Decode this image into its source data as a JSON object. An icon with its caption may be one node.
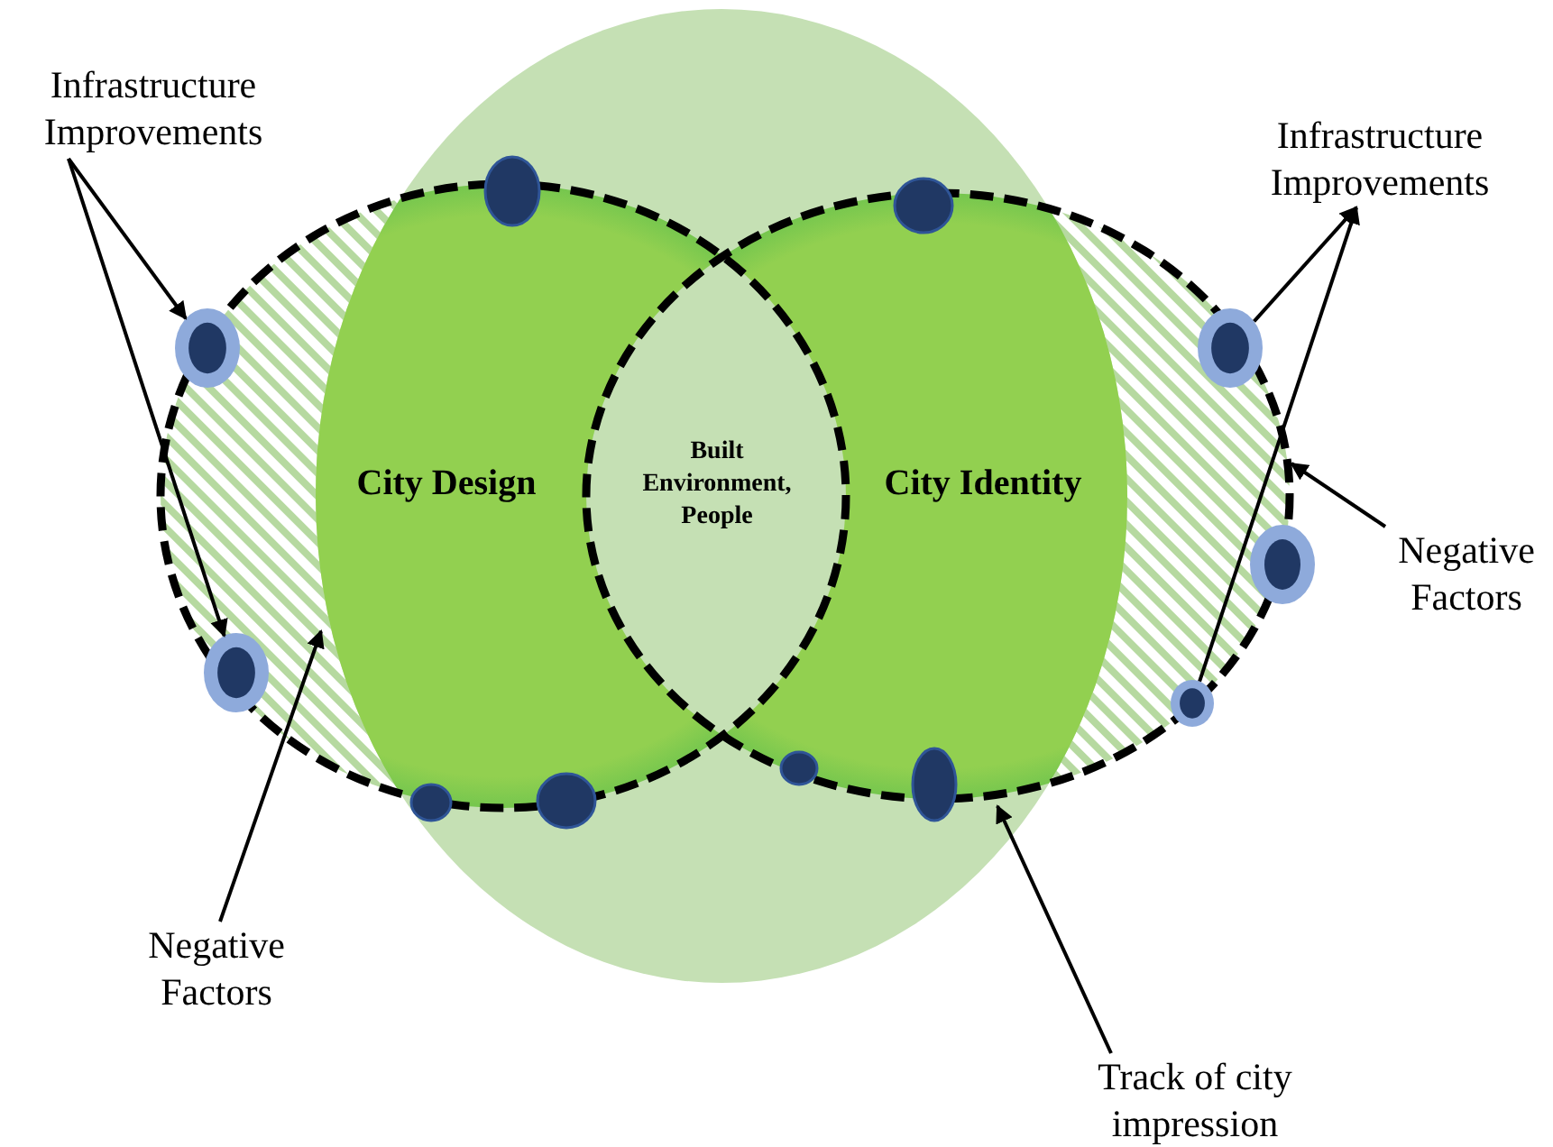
{
  "diagram": {
    "nodes": [
      {
        "text": [
          "Infrastructure Improvements"
        ]
      },
      {
        "text": [],
        "shape": "circle"
      },
      {
        "text": [],
        "shape": "circle"
      },
      {
        "text": [
          "City Design"
        ]
      },
      {
        "text": [
          "Built Environment, People"
        ]
      },
      {
        "text": [
          "City Identity"
        ]
      },
      {
        "text": [
          "Infrastructure Improvements"
        ]
      },
      {
        "text": [],
        "shape": "circle"
      },
      {
        "text": [],
        "shape": "circle"
      },
      {
        "text": [
          "Negative Factors"
        ]
      },
      {
        "text": [
          "Negative Factors"
        ]
      },
      {
        "text": [
          "Track of city impression"
        ]
      }
    ],
    "edges": [
      {
        "from": 0,
        "to": 1,
        "arrow": "to"
      },
      {
        "from": 0,
        "to": 2,
        "arrow": "to"
      },
      {
        "from": 10,
        "to": null,
        "arrow": "to"
      },
      {
        "from": 7,
        "to": 6,
        "arrow": "to"
      },
      {
        "from": 8,
        "to": 6,
        "arrow": "to"
      },
      {
        "from": 9,
        "to": null,
        "arrow": "to"
      },
      {
        "from": 11,
        "to": null,
        "arrow": "to"
      }
    ]
  }
}
